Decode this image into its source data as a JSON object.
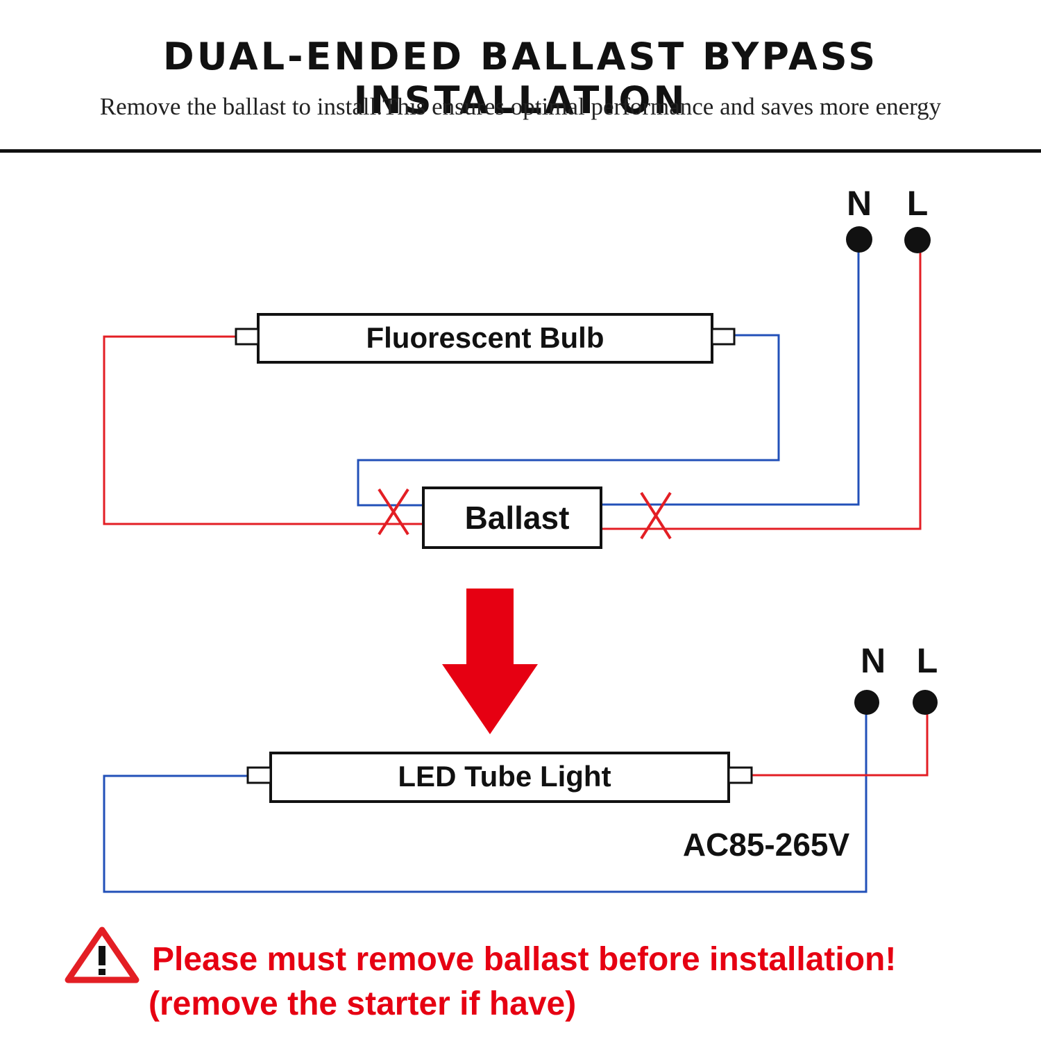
{
  "header": {
    "title": "DUAL-ENDED BALLAST BYPASS INSTALLATION",
    "subtitle": "Remove the ballast to install.This ensures optimal performance and saves more energy"
  },
  "before": {
    "bulb_label": "Fluorescent Bulb",
    "ballast_label": "Ballast",
    "terminal_n": "N",
    "terminal_l": "L"
  },
  "after": {
    "tube_label": "LED Tube Light",
    "voltage": "AC85-265V",
    "terminal_n": "N",
    "terminal_l": "L"
  },
  "warning": {
    "icon": "warning-triangle-icon",
    "line1": "Please must remove ballast before installation!",
    "line2": "(remove the starter if have)"
  },
  "colors": {
    "live_wire": "#e31e24",
    "neutral_wire": "#2250b8",
    "warning_text": "#e60012",
    "arrow": "#e60012"
  }
}
